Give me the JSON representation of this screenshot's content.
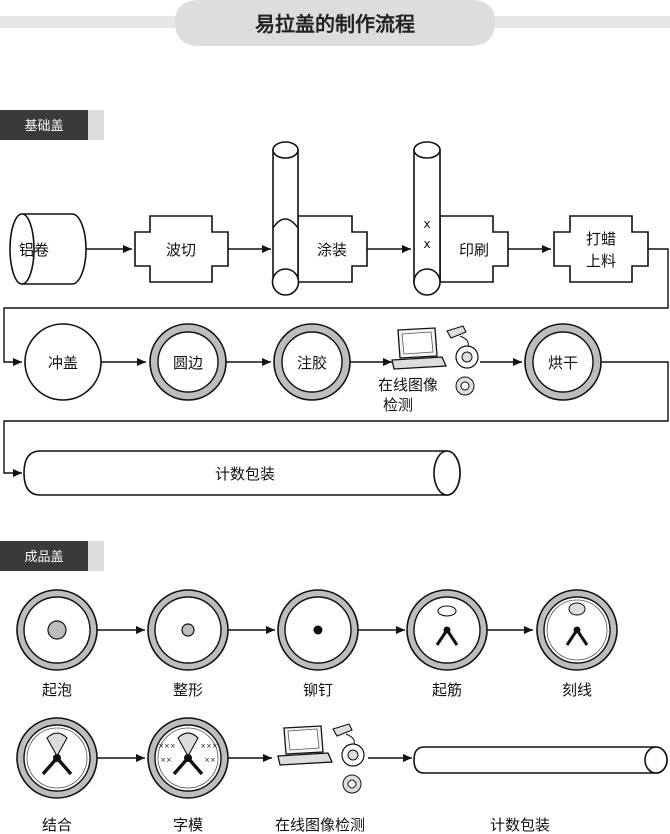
{
  "title": "易拉盖的制作流程",
  "section_base": {
    "label": "基础盖",
    "row1": [
      "铝卷",
      "波切",
      "涂装",
      "印刷",
      "打蜡",
      "上料"
    ],
    "coating_marks": "x",
    "row2": [
      "冲盖",
      "圆边",
      "注胶",
      "在线图像",
      "检测",
      "烘干"
    ],
    "row3": "计数包装"
  },
  "section_finished": {
    "label": "成品盖",
    "row1": [
      "起泡",
      "整形",
      "铆钉",
      "起筋",
      "刻线"
    ],
    "row2": [
      "结合",
      "字模",
      "在线图像检测",
      "计数包装"
    ]
  },
  "colors": {
    "header_band": "#dddddd",
    "section_label_bg": "#3a3a3a",
    "ring": "#bdbdbd",
    "line": "#111111"
  }
}
